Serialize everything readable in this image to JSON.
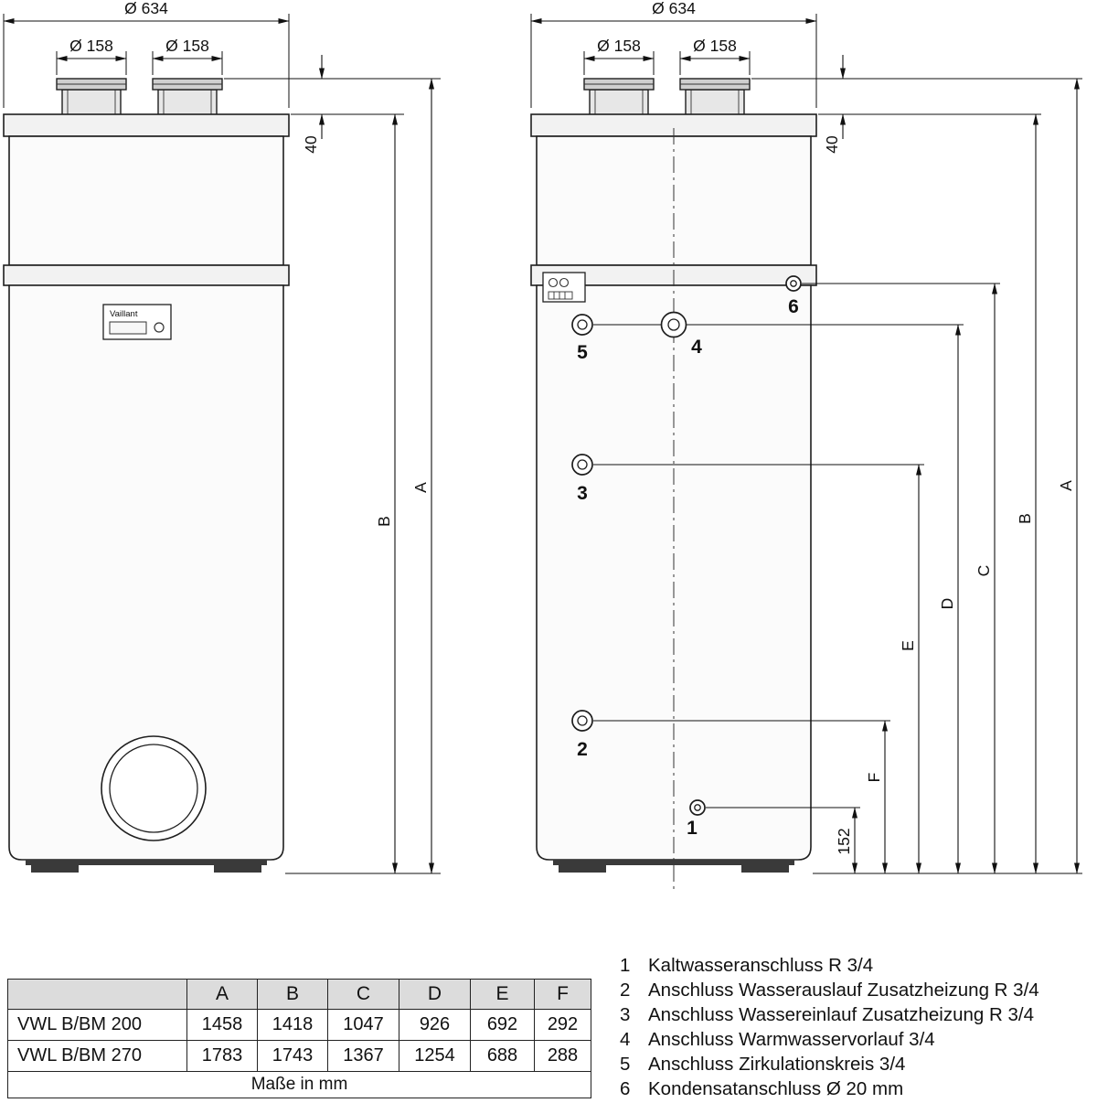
{
  "brand": "Vaillant",
  "dims": {
    "outer_diameter": "Ø 634",
    "duct_diameter": "Ø 158",
    "duct_height": "40",
    "cold_water_height": "152",
    "letters": [
      "A",
      "B",
      "C",
      "D",
      "E",
      "F"
    ]
  },
  "connections": [
    "1",
    "2",
    "3",
    "4",
    "5",
    "6"
  ],
  "table": {
    "headers": [
      "",
      "A",
      "B",
      "C",
      "D",
      "E",
      "F"
    ],
    "rows": [
      {
        "name": "VWL B/BM 200",
        "values": [
          "1458",
          "1418",
          "1047",
          "926",
          "692",
          "292"
        ]
      },
      {
        "name": "VWL B/BM 270",
        "values": [
          "1783",
          "1743",
          "1367",
          "1254",
          "688",
          "288"
        ]
      }
    ],
    "footer": "Maße in mm"
  },
  "legend": [
    {
      "num": "1",
      "text": "Kaltwasseranschluss R 3/4"
    },
    {
      "num": "2",
      "text": "Anschluss Wasserauslauf Zusatzheizung R 3/4"
    },
    {
      "num": "3",
      "text": "Anschluss Wassereinlauf Zusatzheizung R 3/4"
    },
    {
      "num": "4",
      "text": "Anschluss Warmwasservorlauf 3/4"
    },
    {
      "num": "5",
      "text": "Anschluss Zirkulationskreis 3/4"
    },
    {
      "num": "6",
      "text": "Kondensatanschluss Ø 20 mm"
    }
  ]
}
